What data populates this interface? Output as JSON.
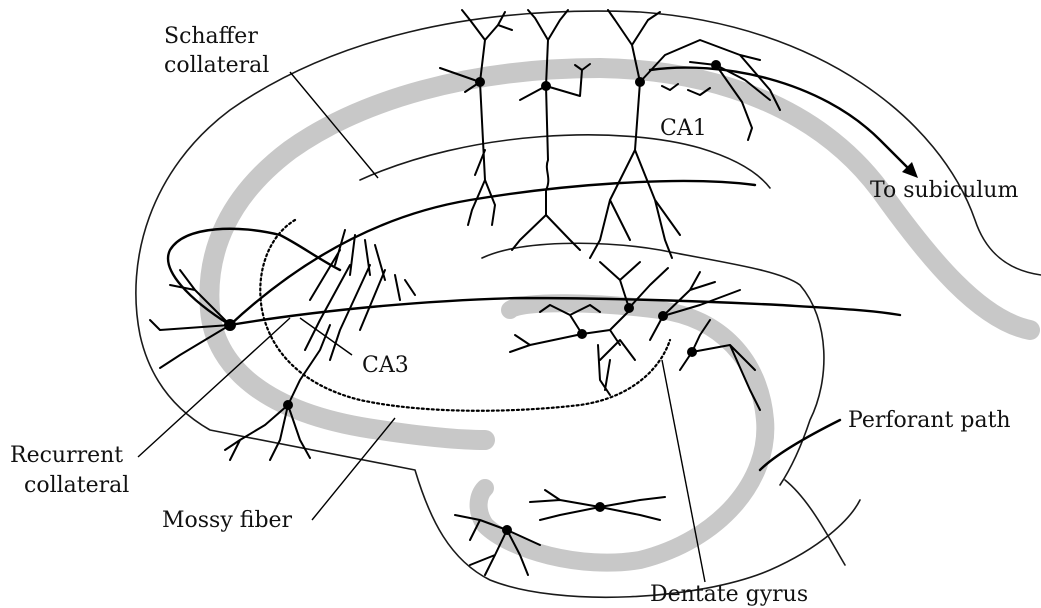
{
  "labels": {
    "schaffer": [
      "Schaffer",
      "collateral"
    ],
    "ca1": "CA1",
    "to_subiculum": "To subiculum",
    "ca3": "CA3",
    "recurrent": [
      "Recurrent",
      "collateral"
    ],
    "mossy_fiber": "Mossy fiber",
    "perforant_path": "Perforant path",
    "dentate_gyrus": "Dentate gyrus"
  },
  "colors": {
    "ink": "#000000",
    "cell_layer": "#c8c8c8",
    "background": "#ffffff"
  }
}
